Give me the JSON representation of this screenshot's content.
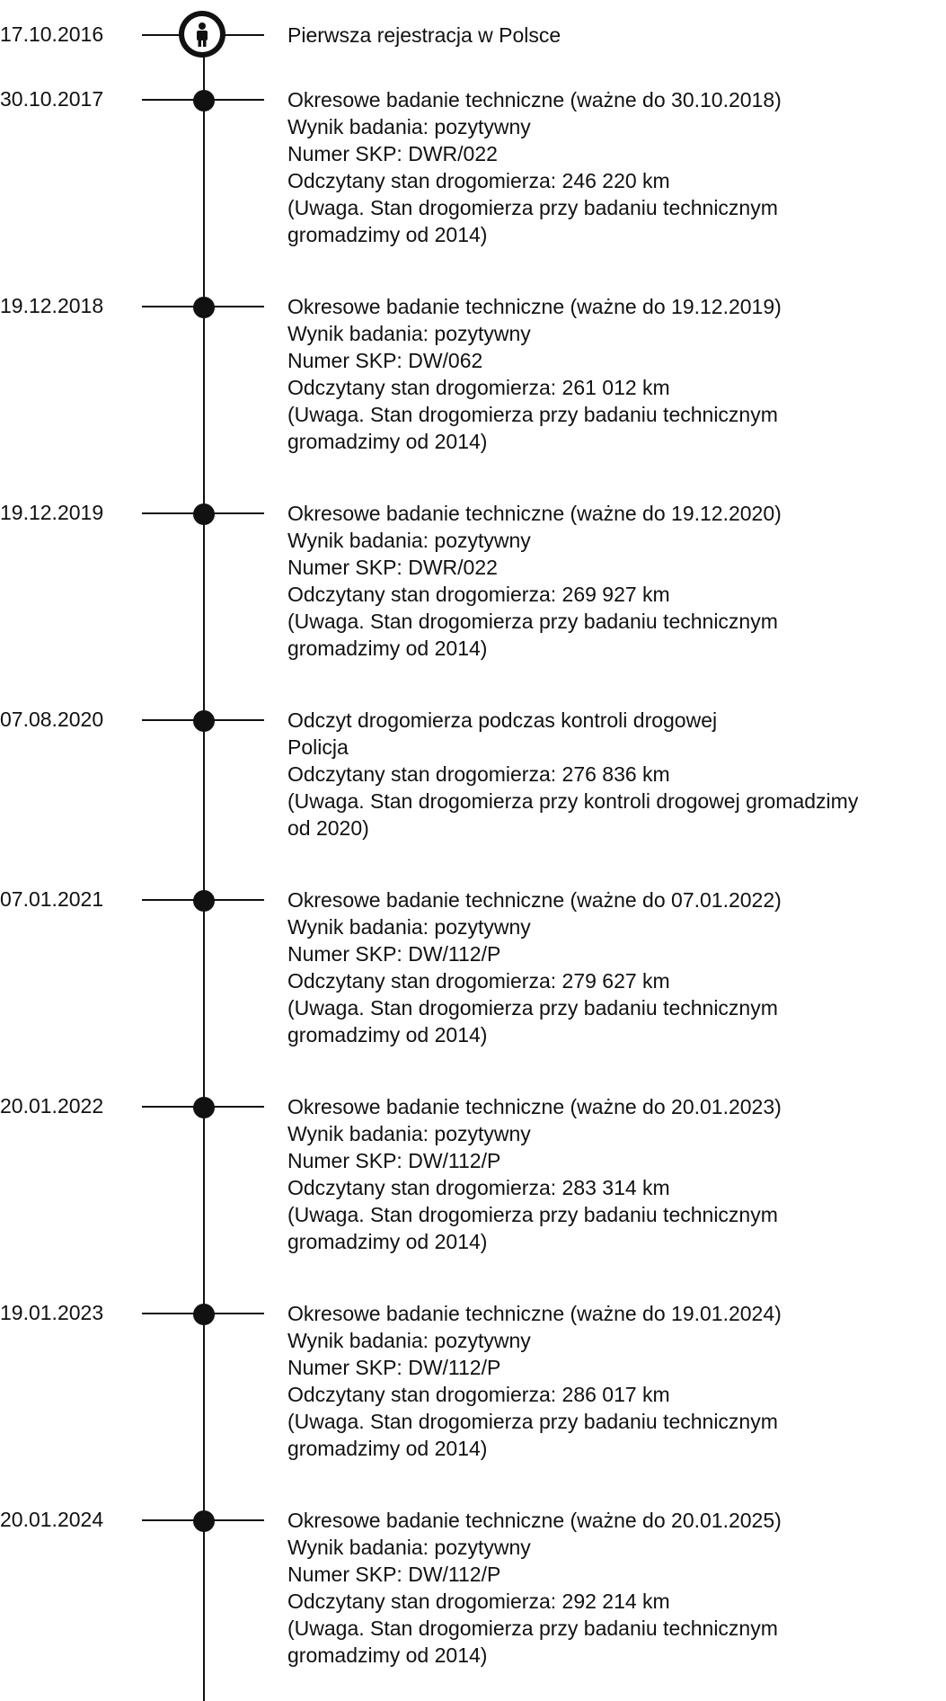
{
  "events": [
    {
      "date": "17.10.2016",
      "marker": "person-icon",
      "lines": [
        "Pierwsza rejestracja w Polsce"
      ]
    },
    {
      "date": "30.10.2017",
      "marker": "dot",
      "lines": [
        "Okresowe badanie techniczne (ważne do 30.10.2018)",
        "Wynik badania: pozytywny",
        "Numer SKP: DWR/022",
        "Odczytany stan drogomierza: 246 220 km",
        "(Uwaga. Stan drogomierza przy badaniu technicznym",
        "gromadzimy od 2014)"
      ]
    },
    {
      "date": "19.12.2018",
      "marker": "dot",
      "lines": [
        "Okresowe badanie techniczne (ważne do 19.12.2019)",
        "Wynik badania: pozytywny",
        "Numer SKP: DW/062",
        "Odczytany stan drogomierza: 261 012 km",
        "(Uwaga. Stan drogomierza przy badaniu technicznym",
        "gromadzimy od 2014)"
      ]
    },
    {
      "date": "19.12.2019",
      "marker": "dot",
      "lines": [
        "Okresowe badanie techniczne (ważne do 19.12.2020)",
        "Wynik badania: pozytywny",
        "Numer SKP: DWR/022",
        "Odczytany stan drogomierza: 269 927 km",
        "(Uwaga. Stan drogomierza przy badaniu technicznym",
        "gromadzimy od 2014)"
      ]
    },
    {
      "date": "07.08.2020",
      "marker": "dot",
      "lines": [
        "Odczyt drogomierza podczas kontroli drogowej",
        "Policja",
        "Odczytany stan drogomierza: 276 836 km",
        "(Uwaga. Stan drogomierza przy kontroli drogowej gromadzimy",
        "od 2020)"
      ]
    },
    {
      "date": "07.01.2021",
      "marker": "dot",
      "lines": [
        "Okresowe badanie techniczne (ważne do 07.01.2022)",
        "Wynik badania: pozytywny",
        "Numer SKP: DW/112/P",
        "Odczytany stan drogomierza: 279 627 km",
        "(Uwaga. Stan drogomierza przy badaniu technicznym",
        "gromadzimy od 2014)"
      ]
    },
    {
      "date": "20.01.2022",
      "marker": "dot",
      "lines": [
        "Okresowe badanie techniczne (ważne do 20.01.2023)",
        "Wynik badania: pozytywny",
        "Numer SKP: DW/112/P",
        "Odczytany stan drogomierza: 283 314 km",
        "(Uwaga. Stan drogomierza przy badaniu technicznym",
        "gromadzimy od 2014)"
      ]
    },
    {
      "date": "19.01.2023",
      "marker": "dot",
      "lines": [
        "Okresowe badanie techniczne (ważne do 19.01.2024)",
        "Wynik badania: pozytywny",
        "Numer SKP: DW/112/P",
        "Odczytany stan drogomierza: 286 017 km",
        "(Uwaga. Stan drogomierza przy badaniu technicznym",
        "gromadzimy od 2014)"
      ]
    },
    {
      "date": "20.01.2024",
      "marker": "dot",
      "lines": [
        "Okresowe badanie techniczne (ważne do 20.01.2025)",
        "Wynik badania: pozytywny",
        "Numer SKP: DW/112/P",
        "Odczytany stan drogomierza: 292 214 km",
        "(Uwaga. Stan drogomierza przy badaniu technicznym",
        "gromadzimy od 2014)"
      ]
    }
  ]
}
